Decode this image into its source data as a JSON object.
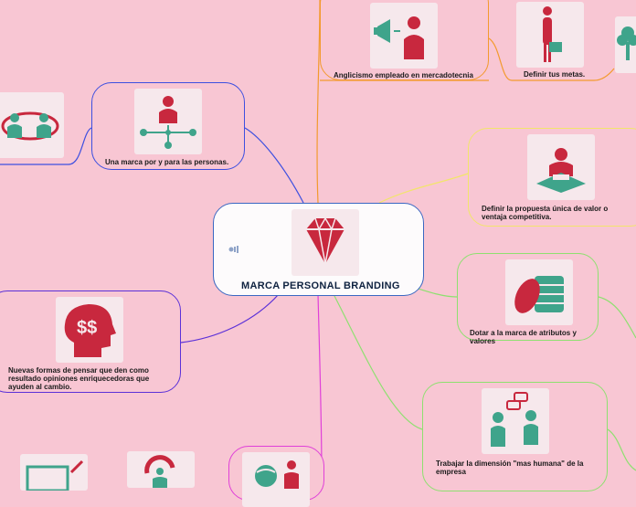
{
  "center": {
    "title": "MARCA PERSONAL BRANDING",
    "icon": "diamond-icon",
    "color": "#c8283e"
  },
  "topics": [
    {
      "id": "anglicismo",
      "label": "Anglicismo empleado en mercadotecnia",
      "icon": "megaphone-person-icon",
      "border": "#f39a2e"
    },
    {
      "id": "metas",
      "label": "Definir tus metas.",
      "icon": "person-briefcase-icon",
      "border": "#f39a2e"
    },
    {
      "id": "personas",
      "label": "Una marca por y para las personas.",
      "icon": "network-people-icon",
      "border": "#3d4fe0"
    },
    {
      "id": "valor",
      "label": "Definir la propuesta única de valor o ventaja competitiva.",
      "icon": "presenter-desk-icon",
      "border": "#f2e56b"
    },
    {
      "id": "atributos",
      "label": "Dotar a la marca de atributos y valores",
      "icon": "coin-stack-icon",
      "border": "#8ee070"
    },
    {
      "id": "nuevas",
      "label": "Nuevas formas de pensar que den como resultado opiniones enriquecedoras que ayuden al cambio.",
      "icon": "head-money-icon",
      "border": "#5b30d8"
    },
    {
      "id": "humana",
      "label": "Trabajar la dimensión \"mas humana\" de la empresa",
      "icon": "people-chat-icon",
      "border": "#8ee070"
    }
  ],
  "partial_nodes": [
    {
      "id": "left-people",
      "icon": "people-exchange-icon"
    },
    {
      "id": "top-right-tree",
      "icon": "tree-person-icon"
    },
    {
      "id": "bottom-monitor",
      "icon": "monitor-pen-icon"
    },
    {
      "id": "bottom-chart",
      "icon": "person-chart-icon"
    },
    {
      "id": "bottom-globe",
      "icon": "globe-person-icon"
    }
  ],
  "colors": {
    "background": "#f8c6d3",
    "icon_red": "#c8283e",
    "icon_teal": "#3fa48b",
    "center_border": "#3a67c2"
  }
}
